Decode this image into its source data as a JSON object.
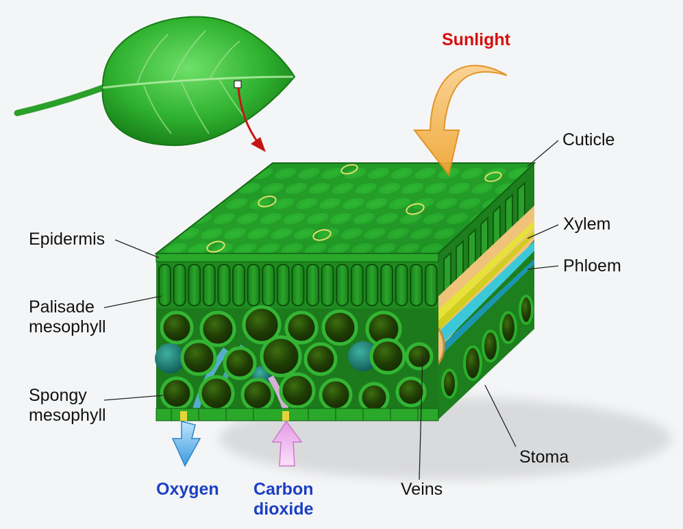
{
  "diagram": {
    "labels": {
      "sunlight": "Sunlight",
      "cuticle": "Cuticle",
      "epidermis": "Epidermis",
      "xylem": "Xylem",
      "phloem": "Phloem",
      "palisade_line1": "Palisade",
      "palisade_line2": "mesophyll",
      "spongy_line1": "Spongy",
      "spongy_line2": "mesophyll",
      "stoma": "Stoma",
      "veins": "Veins",
      "oxygen": "Oxygen",
      "co2_line1": "Carbon",
      "co2_line2": "dioxide"
    },
    "colors": {
      "leaf_green": "#2fae2f",
      "cell_green": "#1f8e1f",
      "sunlight_arrow": "#f2a93b",
      "pointer_arrow": "#d40f0f",
      "oxygen_arrow": "#4aa8e6",
      "co2_arrow": "#e9a8ea",
      "xylem": "#e6e23a",
      "phloem": "#3cc8d8",
      "label_red": "#d40f0f",
      "label_blue": "#1b3fc4"
    },
    "icons": [
      "leaf-icon",
      "sunlight-arrow-icon",
      "oxygen-arrow-icon",
      "carbon-dioxide-arrow-icon"
    ]
  }
}
